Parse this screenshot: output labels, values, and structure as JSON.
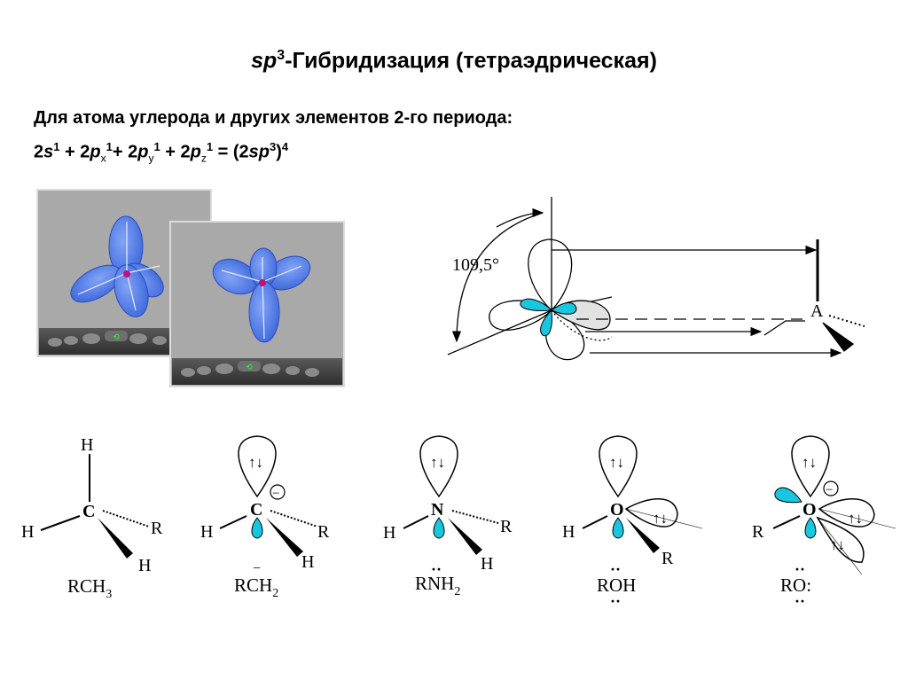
{
  "title": {
    "prefix_italic": "sp",
    "superscript": "3",
    "rest": "-Гибридизация (тетраэдрическая)"
  },
  "subtitle": "Для атома углерода и других элементов 2-го периода:",
  "formula": {
    "t1": "2",
    "t1_orb": "s",
    "t1_sup": "1",
    "t2": " + 2",
    "t2_orb": "p",
    "t2_sub": "x",
    "t2_sup": "1",
    "t3": "+ 2",
    "t3_orb": "p",
    "t3_sub": "y",
    "t3_sup": "1",
    "t4": " + 2",
    "t4_orb": "p",
    "t4_sub": "z",
    "t4_sup": "1",
    "t5": " = (2",
    "t5_orb": "sp",
    "t5_sup": "3",
    "t6": ")",
    "t6_sup": "4"
  },
  "angle_label": "109,5°",
  "center_atom_label": "A",
  "molecules": [
    {
      "center": "C",
      "left": "H",
      "right": "R",
      "top": "H",
      "wedge": "H",
      "formula_main": "RCH",
      "formula_sub": "3"
    },
    {
      "center": "C",
      "left": "H",
      "right": "R",
      "wedge": "H",
      "charge": "−",
      "formula_main": "RCH",
      "formula_sub": "2",
      "formula_mark": "−",
      "spin": "↑↓"
    },
    {
      "center": "N",
      "left": "H",
      "right": "R",
      "wedge": "H",
      "formula_main": "RNH",
      "formula_sub": "2",
      "formula_mark": "··",
      "spin": "↑↓"
    },
    {
      "center": "O",
      "left": "H",
      "wedge": "R",
      "formula_main": "ROH",
      "formula_mark_top": "··",
      "formula_mark_bottom": "··",
      "spin": "↑↓"
    },
    {
      "center": "O",
      "left": "R",
      "charge": "−",
      "formula_main": "RO",
      "formula_colon": ":",
      "formula_mark_top": "··",
      "formula_mark_bottom": "··",
      "spin": "↑↓"
    }
  ],
  "colors": {
    "orbital_blue": "#3a6fe8",
    "lobe_cyan": "#19c6e0",
    "panel_gray": "#a7a7a7"
  }
}
